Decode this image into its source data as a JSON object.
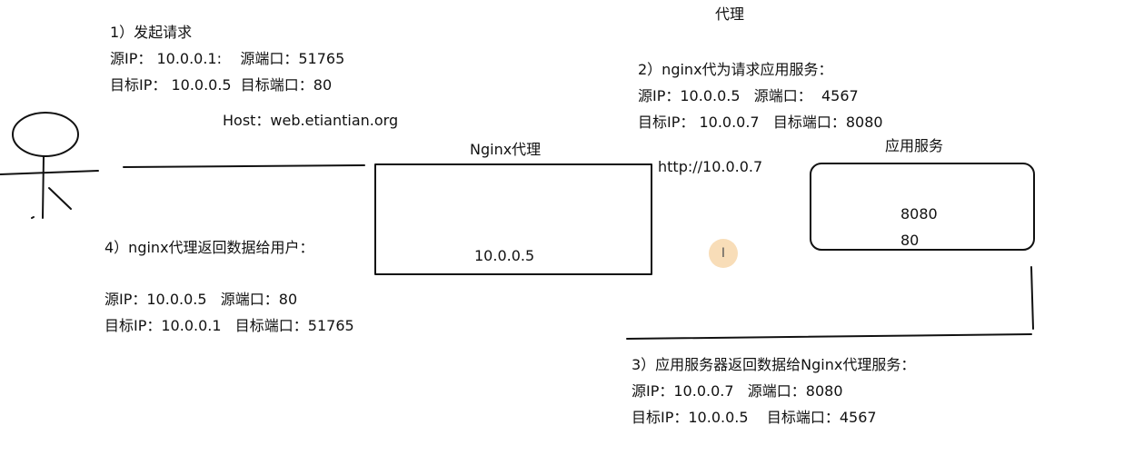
{
  "title": "代理",
  "step1": {
    "heading": "1）发起请求",
    "src": "源IP： 10.0.0.1:    源端口：51765",
    "dst": "目标IP： 10.0.0.5  目标端口：80",
    "host": "Host：web.etiantian.org"
  },
  "step2": {
    "heading": "2）nginx代为请求应用服务：",
    "src": "源IP：10.0.0.5   源端口：  4567",
    "dst": "目标IP： 10.0.0.7   目标端口：8080"
  },
  "step3": {
    "heading": "3）应用服务器返回数据给Nginx代理服务：",
    "src": "源IP：10.0.0.7   源端口：8080",
    "dst": "目标IP：10.0.0.5    目标端口：4567"
  },
  "step4": {
    "heading": "4）nginx代理返回数据给用户：",
    "src": "源IP：10.0.0.5   源端口：80",
    "dst": "目标IP：10.0.0.1   目标端口：51765"
  },
  "nginx": {
    "label": "Nginx代理",
    "ip": "10.0.0.5"
  },
  "app": {
    "label": "应用服务",
    "url": "http://10.0.0.7",
    "port_a": "8080",
    "port_b": "80"
  },
  "cursor": {
    "glyph": "I"
  }
}
